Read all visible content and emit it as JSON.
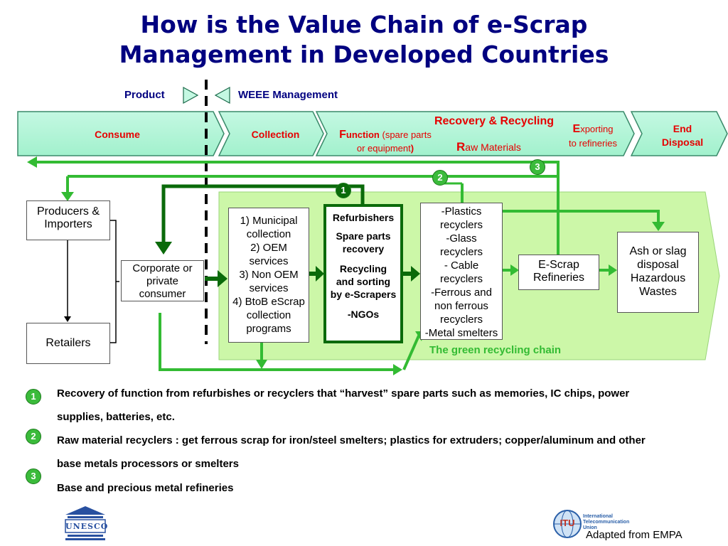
{
  "title_line1": "How is the Value Chain of e-Scrap",
  "title_line2": "Management in Developed Countries",
  "legend": {
    "product": "Product",
    "weee": "WEEE Management"
  },
  "stages": {
    "consume": "Consume",
    "collection": "Collection",
    "function_initial": "F",
    "function_rest": "unction",
    "function_note1": "(spare parts",
    "function_note2": "or equipment",
    "function_paren": ")",
    "recovery_recycling": "Recovery & Recycling",
    "raw_initial": "R",
    "raw_rest": "aw  Materials",
    "exporting_initial": "E",
    "exporting_rest": "xporting",
    "exporting_note": "to refineries",
    "end_line1": "End",
    "end_line2": "Disposal"
  },
  "boxes": {
    "producers": [
      "Producers &",
      "Importers"
    ],
    "retailers": "Retailers",
    "corporate": [
      "Corporate or",
      "private",
      "consumer"
    ],
    "collection_programs": [
      "1) Municipal",
      "collection",
      "2) OEM",
      "services",
      "3) Non OEM",
      "services",
      "4) BtoB eScrap",
      "collection",
      "programs"
    ],
    "refurbishers": [
      "Refurbishers",
      "Spare parts",
      "recovery",
      "Recycling",
      "and sorting",
      "by e-Scrapers",
      "-NGOs"
    ],
    "recyclers": [
      "-Plastics",
      "recyclers",
      "-Glass",
      "recyclers",
      "- Cable",
      "recyclers",
      "-Ferrous and",
      "non ferrous",
      "recyclers",
      "-Metal smelters"
    ],
    "escrap_refineries": [
      "E-Scrap",
      "Refineries"
    ],
    "ash": [
      "Ash or slag",
      "disposal",
      "Hazardous",
      "Wastes"
    ]
  },
  "green_chain_label": "The green recycling chain",
  "badges": [
    "1",
    "2",
    "3"
  ],
  "notes": [
    {
      "num": "1",
      "lines": [
        "Recovery of function from refurbishes or recyclers that “harvest”  spare parts such as memories, IC chips, power",
        "supplies, batteries, etc."
      ]
    },
    {
      "num": "2",
      "lines": [
        "Raw material recyclers : get ferrous scrap for iron/steel smelters; plastics for extruders; copper/aluminum and other",
        "base metals processors or smelters"
      ]
    },
    {
      "num": "3",
      "lines": [
        "Base and precious metal refineries"
      ]
    }
  ],
  "logos": {
    "unesco": "UNESCO",
    "itu": "ITU",
    "itu_org": [
      "International",
      "Telecommunication",
      "Union"
    ]
  },
  "credit": "Adapted from EMPA",
  "colors": {
    "title": "#000080",
    "accent_red": "#e60000",
    "green": "#3bbb3b",
    "dark_green": "#0a6a0a",
    "chevron_fill": "#aef5d6",
    "green_area": "#ccf7a8"
  }
}
